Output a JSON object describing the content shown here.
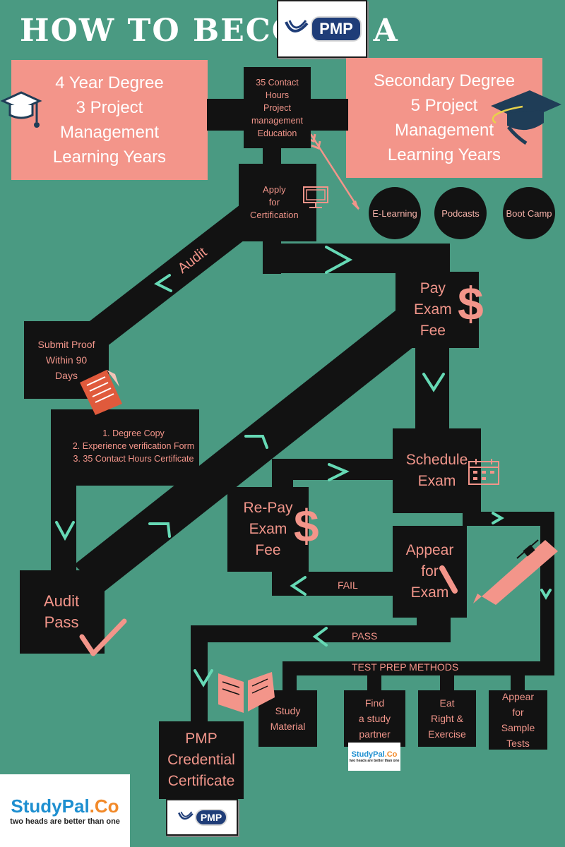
{
  "header": {
    "title": "HOW TO BECOME A",
    "pmp_logo_text": "PMP"
  },
  "degree_left": {
    "text": "4 Year Degree\n3 Project\nManagement\nLearning Years"
  },
  "degree_right": {
    "text": "Secondary Degree\n5 Project\nManagement\nLearning Years"
  },
  "steps": {
    "contact_hours": "35 Contact\nHours\nProject\nmanagement\nEducation",
    "apply": "Apply\nfor\nCertification",
    "pay_fee": "Pay\nExam\nFee",
    "submit_proof": "Submit Proof\nWithin 90\nDays",
    "proof_list": [
      "1.  Degree Copy",
      "2. Experience verification Form",
      "3. 35 Contact Hours Certificate"
    ],
    "schedule": "Schedule\nExam",
    "repay": "Re-Pay\nExam\nFee",
    "appear": "Appear\nfor\nExam",
    "audit_pass": "Audit\nPass",
    "pmp_credential": "PMP\nCredential\nCertificate"
  },
  "education_methods": [
    "E-Learning",
    "Podcasts",
    "Boot Camp"
  ],
  "path_labels": {
    "audit": "Audit",
    "fail": "FAIL",
    "pass": "PASS",
    "test_prep": "TEST PREP METHODS"
  },
  "test_prep": [
    "Study\nMaterial",
    "Find\na study\npartner",
    "Eat\nRight &\nExercise",
    "Appear\nfor\nSample\nTests"
  ],
  "studypal": {
    "brand": "StudyPal",
    "brand_suffix": ".Co",
    "tagline": "two heads are better than one",
    "small_tagline": "two heads are better than one"
  },
  "colors": {
    "background": "#4a9a82",
    "salmon": "#f3958a",
    "box": "#121212",
    "chevron": "#66d9b5"
  },
  "icons": [
    "graduation-cap-icon",
    "monitor-icon",
    "dollar-icon",
    "document-icon",
    "calendar-icon",
    "pen-icon",
    "checkmark-icon",
    "open-book-icon",
    "chevron-icon"
  ]
}
